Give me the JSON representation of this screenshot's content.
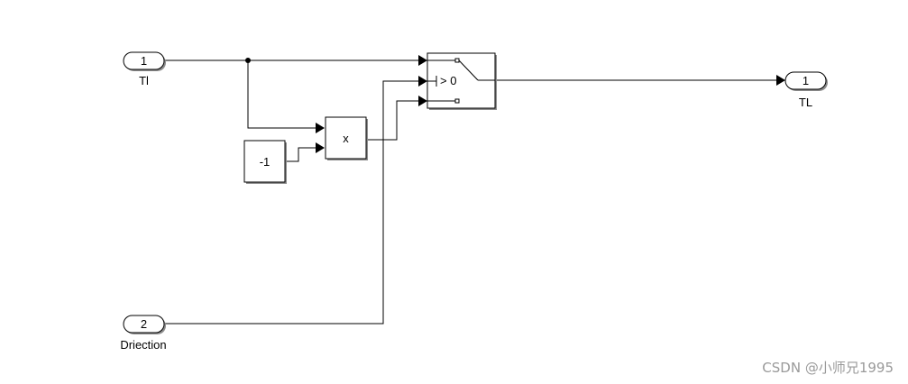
{
  "diagram": {
    "inports": [
      {
        "number": "1",
        "label": "Tl"
      },
      {
        "number": "2",
        "label": "Driection"
      }
    ],
    "outports": [
      {
        "number": "1",
        "label": "TL"
      }
    ],
    "constant": {
      "value": "-1"
    },
    "product": {
      "operator": "x"
    },
    "switch": {
      "criteria": "> 0"
    }
  },
  "watermark": "CSDN @小师兄1995"
}
